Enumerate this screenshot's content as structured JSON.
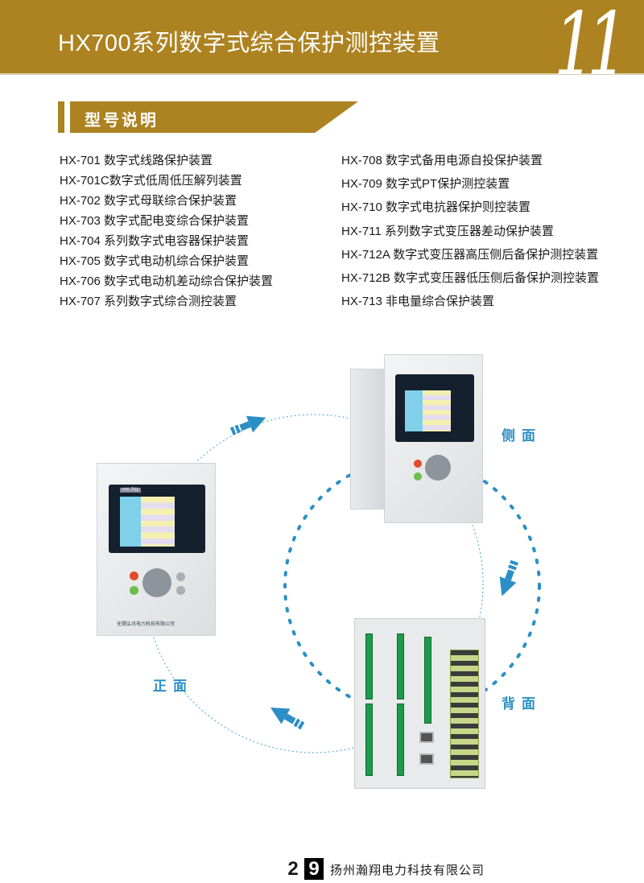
{
  "header": {
    "title": "HX700系列数字式综合保护测控装置",
    "chapter": "11"
  },
  "section": {
    "title": "型号说明"
  },
  "models_left": [
    "HX-701  数字式线路保护装置",
    "HX-701C数字式低周低压解列装置",
    "HX-702  数字式母联综合保护装置",
    "HX-703  数字式配电变综合保护装置",
    "HX-704  系列数字式电容器保护装置",
    "HX-705  数字式电动机综合保护装置",
    "HX-706  数字式电动机差动综合保护装置",
    "HX-707 系列数字式综合测控装置"
  ],
  "models_right": [
    "HX-708  数字式备用电源自投保护装置",
    "HX-709  数字式PT保护测控装置",
    "HX-710  数字式电抗器保护则控装置",
    "HX-711  系列数字式变压器差动保护装置",
    "HX-712A 数字式变压器高压侧后备保护测控装置",
    "HX-712B 数字式变压器低压侧后备保护测控装置",
    "HX-713  非电量综合保护装置"
  ],
  "views": {
    "side": "侧面",
    "front": "正面",
    "back": "背面"
  },
  "device": {
    "model": "HX-701",
    "maker_plate": "无锡弘讯电力科技有限公司"
  },
  "footer": {
    "page_digit_1": "2",
    "page_digit_2": "9",
    "company": "扬州瀚翔电力科技有限公司"
  },
  "colors": {
    "gold": "#ad8220",
    "blue": "#2b8fc6"
  }
}
